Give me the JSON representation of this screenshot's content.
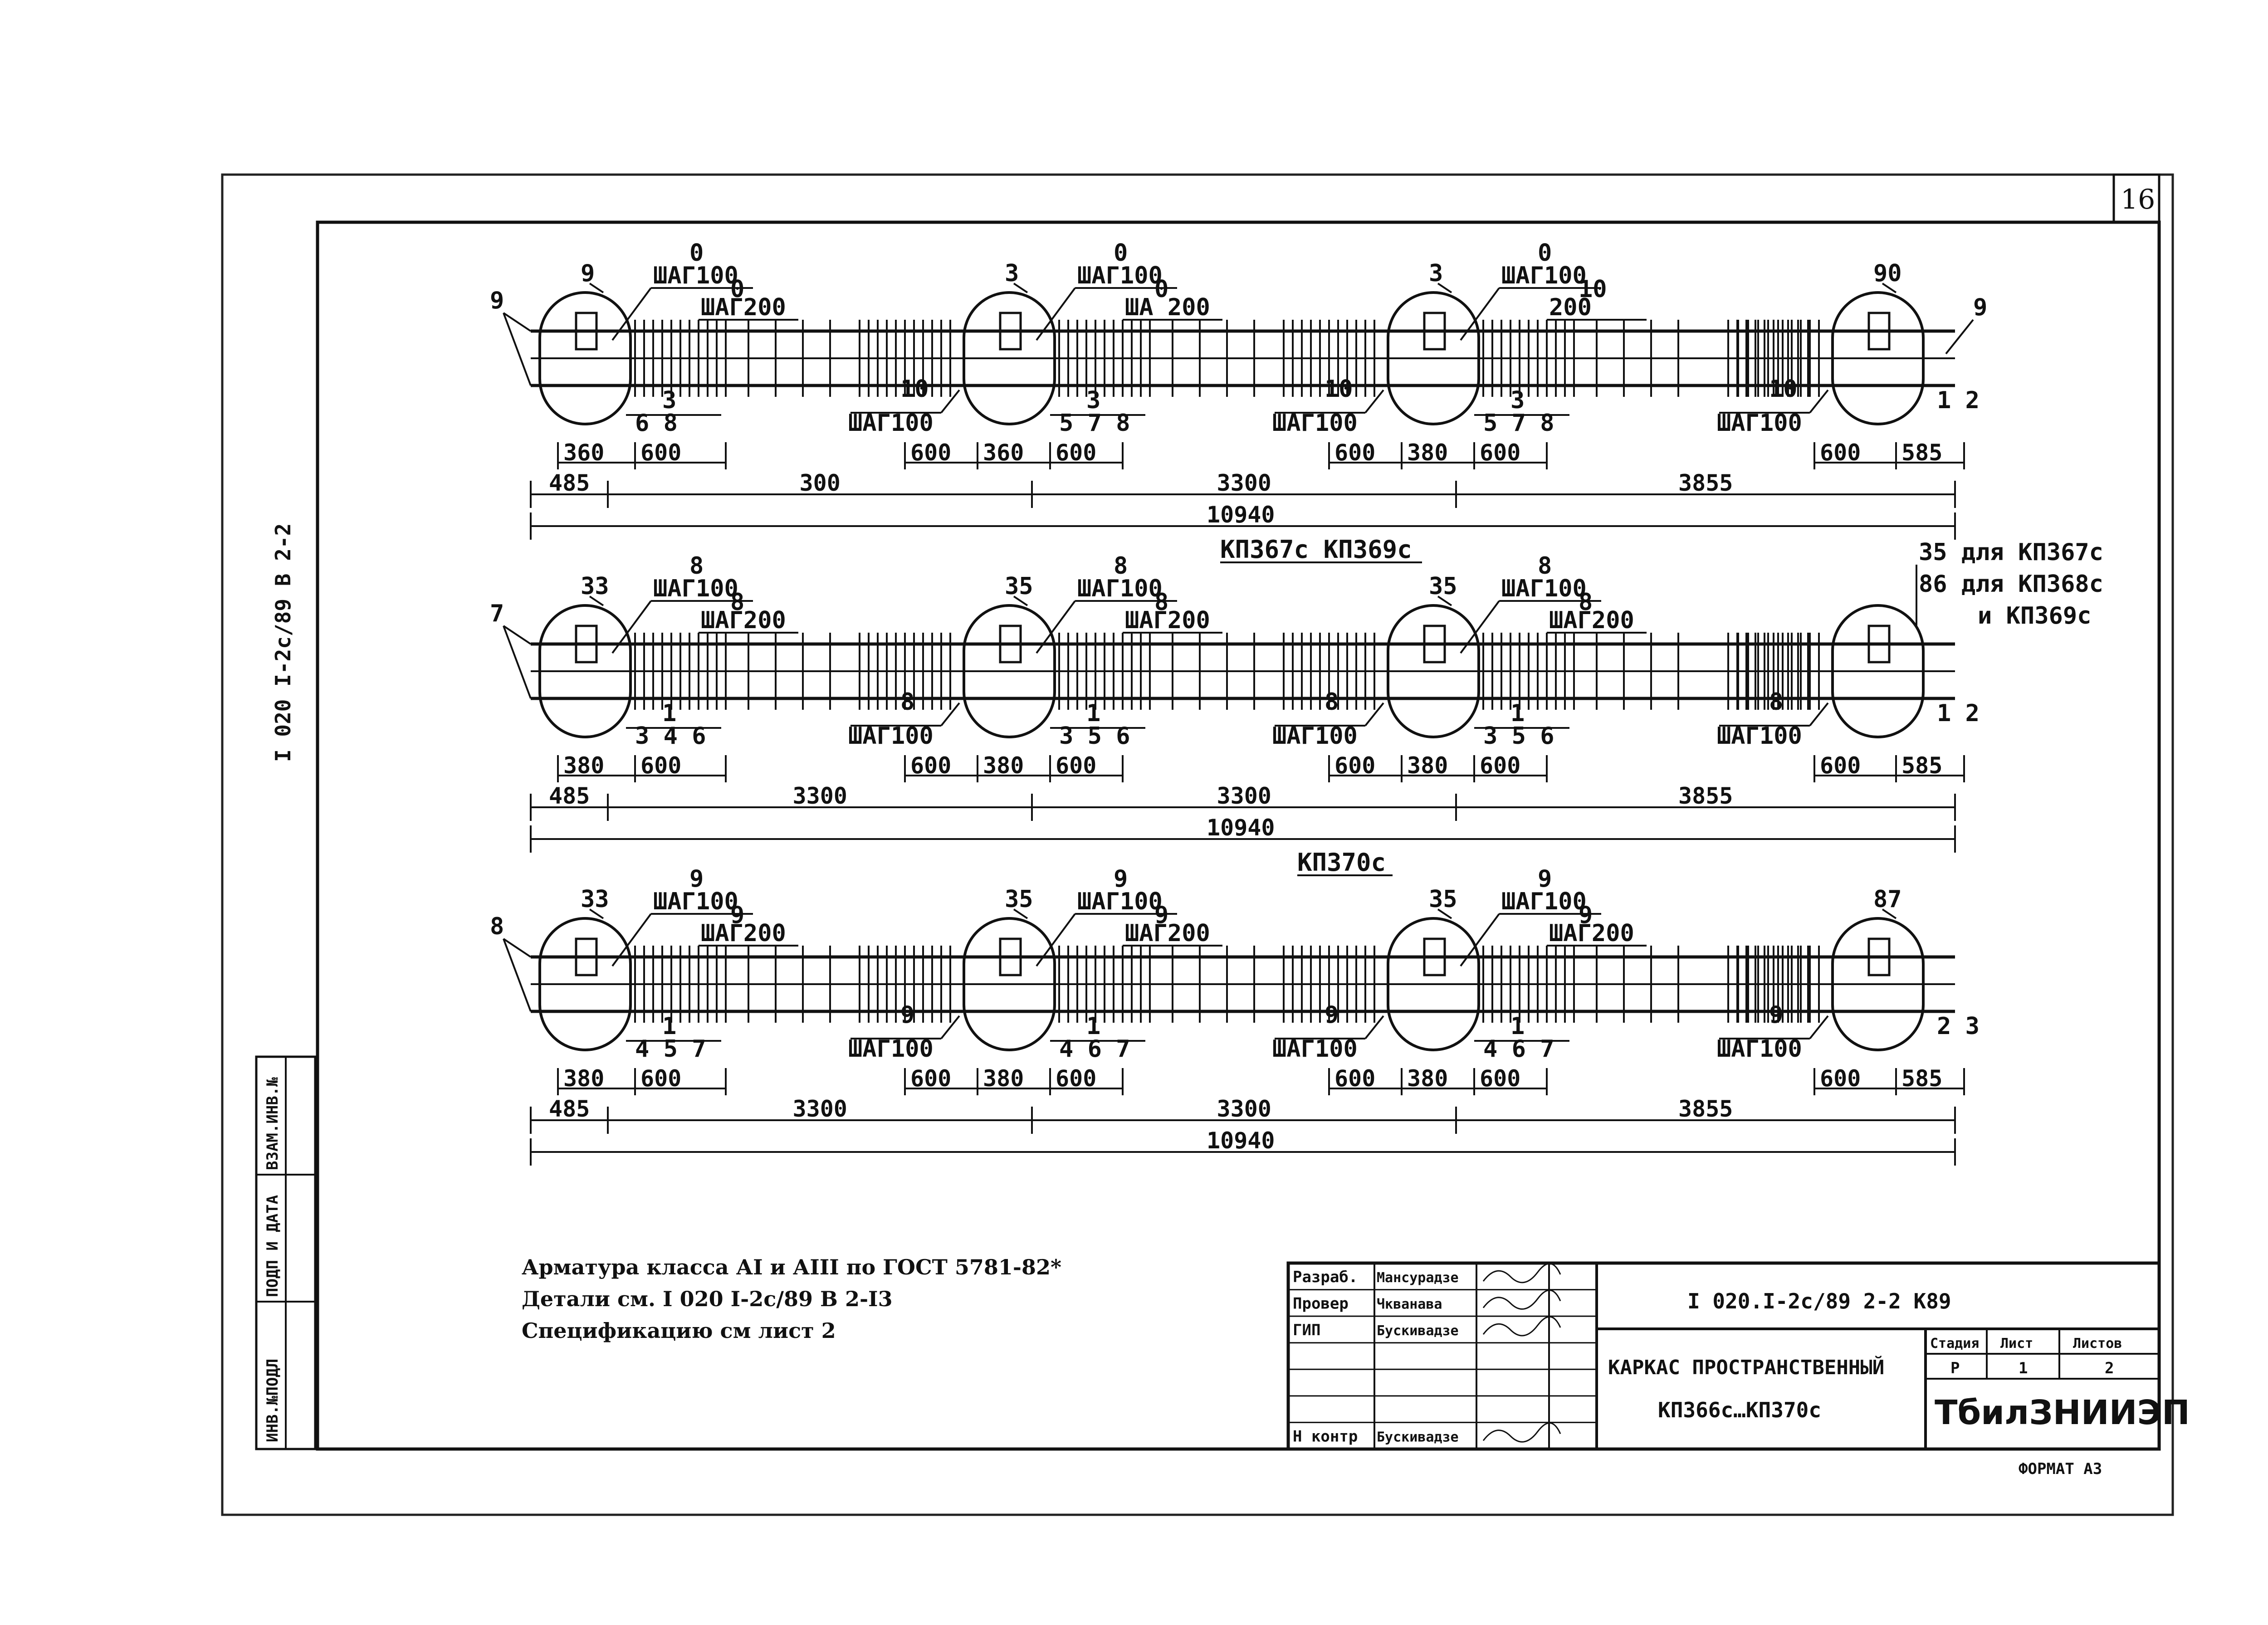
{
  "sheet": {
    "page_number": "16",
    "format_label": "ФОРМАТ А3",
    "side_reference": "I 020 I-2с/89 В 2-2"
  },
  "side_stamp": {
    "cells": [
      "ИНВ.№ПОДЛ",
      "ПОДП И ДАТА",
      "ВЗАМ.ИНВ.№"
    ]
  },
  "frames": [
    {
      "id": "frame-1",
      "ends_left": "9",
      "ends_right": "90",
      "groups": [
        {
          "top_num": "9",
          "top_step_num": "0",
          "top_step": "ШАГ100",
          "mid_step_num": "0",
          "mid_step": "ШАГ200",
          "bottom_left_num": "",
          "bottom_left_step": "",
          "bottom_right_num": "3",
          "bottom_right_labels": "6  8"
        },
        {
          "top_num": "3",
          "top_step_num": "0",
          "top_step": "ШАГ100",
          "mid_step_num": "0",
          "mid_step": "ША 200",
          "bottom_left_num": "10",
          "bottom_left_step": "ШАГ100",
          "bottom_right_num": "3",
          "bottom_right_labels": "5 7 8"
        },
        {
          "top_num": "3",
          "top_step_num": "0",
          "top_step": "ШАГ100",
          "mid_step_num": "10",
          "mid_step": "200",
          "bottom_left_num": "10",
          "bottom_left_step": "ШАГ100",
          "bottom_right_num": "3",
          "bottom_right_labels": "5 7 8"
        },
        {
          "top_num": "90",
          "top_step_num": "",
          "top_step": "",
          "mid_step_num": "",
          "mid_step": "",
          "bottom_left_num": "10",
          "bottom_left_step": "ШАГ100",
          "bottom_right_num": "",
          "bottom_right_labels": "1 2"
        }
      ],
      "right_marker": "9",
      "small_dims": [
        [
          "360",
          "600"
        ],
        [
          "600",
          "360",
          "600"
        ],
        [
          "600",
          "380",
          "600"
        ],
        [
          "600",
          "585"
        ]
      ],
      "segments": [
        "485",
        "300",
        "3300",
        "3855"
      ],
      "total": "10940",
      "title": "",
      "side_note": []
    },
    {
      "id": "frame-2",
      "ends_left": "7",
      "ends_right": "",
      "groups": [
        {
          "top_num": "33",
          "top_step_num": "8",
          "top_step": "ШАГ100",
          "mid_step_num": "8",
          "mid_step": "ШАГ200",
          "bottom_left_num": "",
          "bottom_left_step": "",
          "bottom_right_num": "1",
          "bottom_right_labels": "3 4 6"
        },
        {
          "top_num": "35",
          "top_step_num": "8",
          "top_step": "ШАГ100",
          "mid_step_num": "8",
          "mid_step": "ШАГ200",
          "bottom_left_num": "8",
          "bottom_left_step": "ШАГ100",
          "bottom_right_num": "1",
          "bottom_right_labels": "3 5 6"
        },
        {
          "top_num": "35",
          "top_step_num": "8",
          "top_step": "ШАГ100",
          "mid_step_num": "8",
          "mid_step": "ШАГ200",
          "bottom_left_num": "8",
          "bottom_left_step": "ШАГ100",
          "bottom_right_num": "1",
          "bottom_right_labels": "3 5 6"
        },
        {
          "top_num": "",
          "top_step_num": "",
          "top_step": "",
          "mid_step_num": "",
          "mid_step": "",
          "bottom_left_num": "8",
          "bottom_left_step": "ШАГ100",
          "bottom_right_num": "",
          "bottom_right_labels": "1 2"
        }
      ],
      "right_marker": "",
      "small_dims": [
        [
          "380",
          "600"
        ],
        [
          "600",
          "380",
          "600"
        ],
        [
          "600",
          "380",
          "600"
        ],
        [
          "600",
          "585"
        ]
      ],
      "segments": [
        "485",
        "3300",
        "3300",
        "3855"
      ],
      "total": "10940",
      "title": "КП367с КП369с",
      "side_note": [
        "35 для КП367с",
        "86 для КП368с",
        "и КП369с"
      ]
    },
    {
      "id": "frame-3",
      "ends_left": "8",
      "ends_right": "",
      "groups": [
        {
          "top_num": "33",
          "top_step_num": "9",
          "top_step": "ШАГ100",
          "mid_step_num": "9",
          "mid_step": "ШАГ200",
          "bottom_left_num": "",
          "bottom_left_step": "",
          "bottom_right_num": "1",
          "bottom_right_labels": "4 5 7"
        },
        {
          "top_num": "35",
          "top_step_num": "9",
          "top_step": "ШАГ100",
          "mid_step_num": "9",
          "mid_step": "ШАГ200",
          "bottom_left_num": "9",
          "bottom_left_step": "ШАГ100",
          "bottom_right_num": "1",
          "bottom_right_labels": "4 6 7"
        },
        {
          "top_num": "35",
          "top_step_num": "9",
          "top_step": "ШАГ100",
          "mid_step_num": "9",
          "mid_step": "ШАГ200",
          "bottom_left_num": "9",
          "bottom_left_step": "ШАГ100",
          "bottom_right_num": "1",
          "bottom_right_labels": "4 6 7"
        },
        {
          "top_num": "87",
          "top_step_num": "",
          "top_step": "",
          "mid_step_num": "",
          "mid_step": "",
          "bottom_left_num": "9",
          "bottom_left_step": "ШАГ100",
          "bottom_right_num": "",
          "bottom_right_labels": "2 3"
        }
      ],
      "right_marker": "",
      "small_dims": [
        [
          "380",
          "600"
        ],
        [
          "600",
          "380",
          "600"
        ],
        [
          "600",
          "380",
          "600"
        ],
        [
          "600",
          "585"
        ]
      ],
      "segments": [
        "485",
        "3300",
        "3300",
        "3855"
      ],
      "total": "10940",
      "title": "КП370с",
      "side_note": []
    }
  ],
  "notes": [
    "Арматура класса АI и АIII по ГОСТ 5781-82*",
    "Детали см. I 020 I-2с/89 В 2-I3",
    "Спецификацию см лист 2"
  ],
  "title_block": {
    "roles": [
      {
        "role": "Разраб.",
        "name": "Мансурадзе"
      },
      {
        "role": "Провер",
        "name": "Чкванава"
      },
      {
        "role": "ГИП",
        "name": "Бускивадзе"
      },
      {
        "role": "",
        "name": ""
      },
      {
        "role": "",
        "name": ""
      },
      {
        "role": "",
        "name": ""
      },
      {
        "role": "Н контр",
        "name": "Бускивадзе"
      }
    ],
    "code": "I 020.I-2с/89  2-2   К89",
    "title_line1": "КАРКАС ПРОСТРАНСТВЕННЫЙ",
    "title_line2": "КП366с…КП370с",
    "stage_header": "Стадия",
    "sheet_header": "Лист",
    "sheets_header": "Листов",
    "stage": "Р",
    "sheet": "1",
    "sheets": "2",
    "organization": "ТбилЗНИИЭП"
  }
}
